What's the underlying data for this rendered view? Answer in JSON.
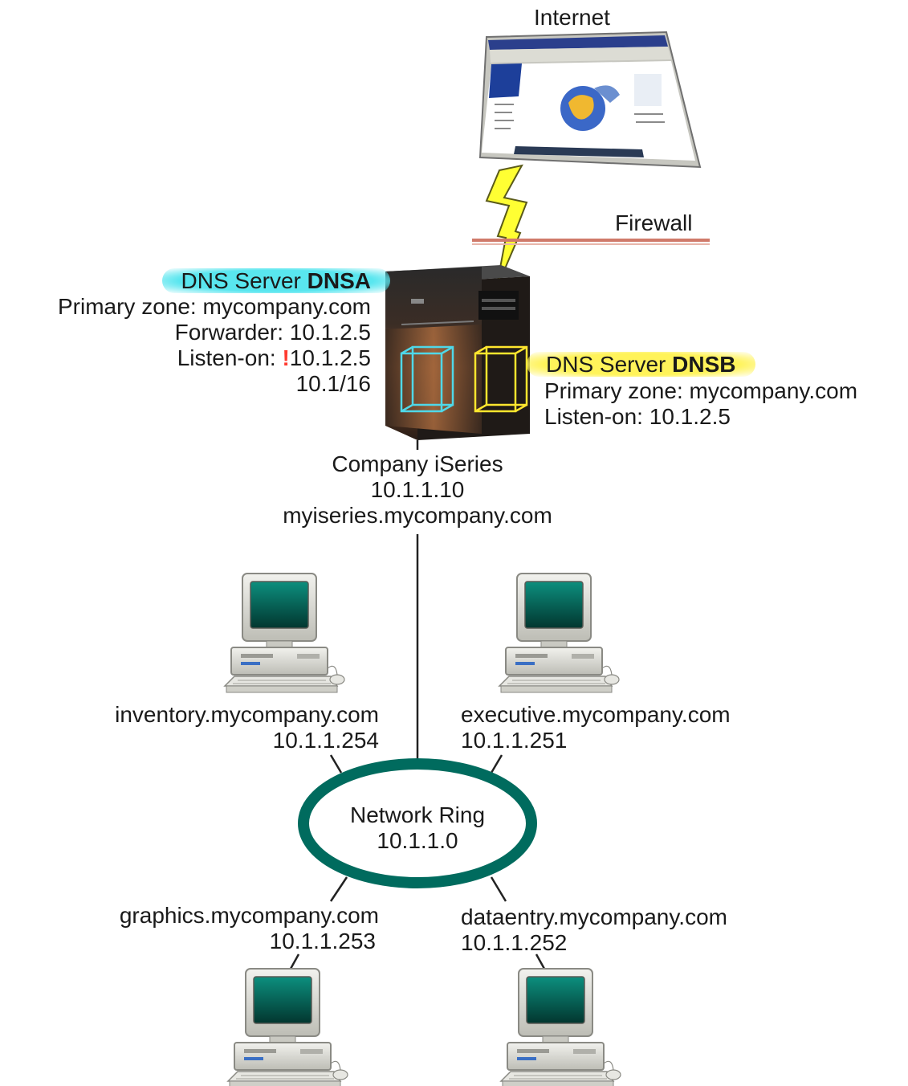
{
  "internet": {
    "label": "Internet"
  },
  "firewall": {
    "label": "Firewall"
  },
  "dnsa": {
    "title_prefix": "DNS Server ",
    "title_name": "DNSA",
    "primary_zone": "Primary zone: mycompany.com",
    "forwarder": "Forwarder: 10.1.2.5",
    "listen_prefix": "Listen-on: ",
    "listen_bang": "!",
    "listen_addr": "10.1.2.5",
    "listen_addr2": "10.1/16",
    "color": "#59e6ef"
  },
  "dnsb": {
    "title_prefix": "DNS Server ",
    "title_name": "DNSB",
    "primary_zone": "Primary zone: mycompany.com",
    "listen": "Listen-on: 10.1.2.5",
    "color": "#fff35a"
  },
  "iseries": {
    "name": "Company iSeries",
    "ip": "10.1.1.10",
    "host": "myiseries.mycompany.com"
  },
  "ring": {
    "name": "Network Ring",
    "ip": "10.1.1.0",
    "color": "#006b5e"
  },
  "hosts": {
    "inventory": {
      "name": "inventory.mycompany.com",
      "ip": "10.1.1.254"
    },
    "executive": {
      "name": "executive.mycompany.com",
      "ip": "10.1.1.251"
    },
    "graphics": {
      "name": "graphics.mycompany.com",
      "ip": "10.1.1.253"
    },
    "dataentry": {
      "name": "dataentry.mycompany.com",
      "ip": "10.1.1.252"
    }
  },
  "colors": {
    "firewall": "#d07a6a",
    "lightning": "#ffff33"
  }
}
